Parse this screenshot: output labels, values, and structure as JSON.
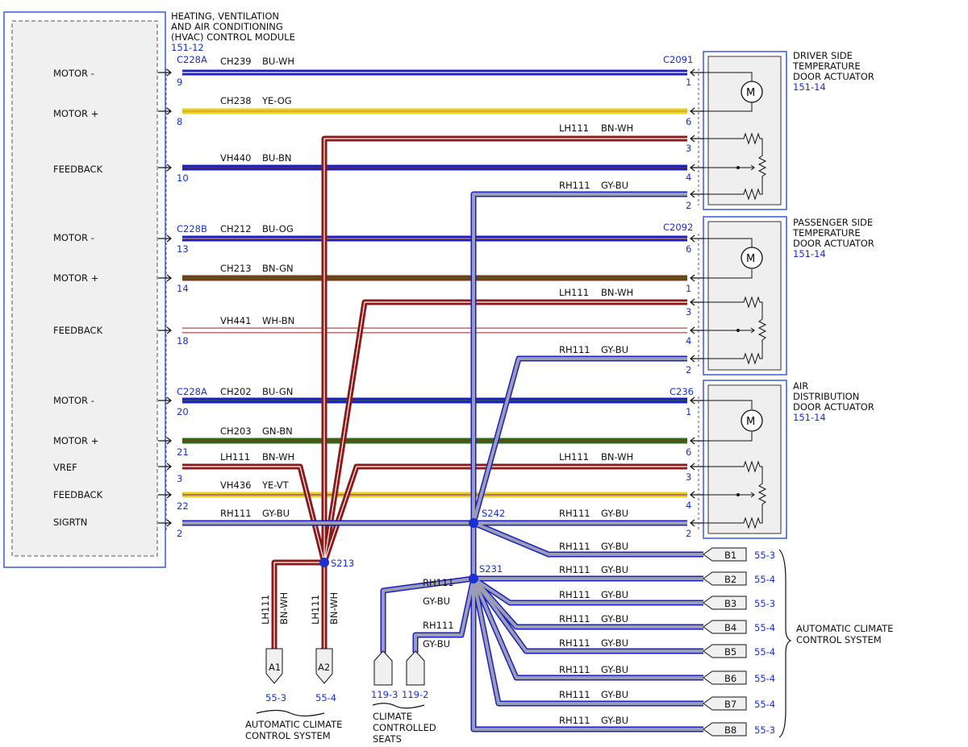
{
  "hvac_module": {
    "title_lines": [
      "HEATING, VENTILATION",
      "AND AIR CONDITIONING",
      "(HVAC) CONTROL MODULE"
    ],
    "ref": "151-12"
  },
  "module_pins": [
    "MOTOR -",
    "MOTOR +",
    "FEEDBACK",
    "MOTOR -",
    "MOTOR +",
    "FEEDBACK",
    "MOTOR -",
    "MOTOR +",
    "VREF",
    "FEEDBACK",
    "SIGRTN"
  ],
  "module_connectors": [
    "C228A",
    "C228B",
    "C228A"
  ],
  "module_pin_numbers": [
    "9",
    "8",
    "10",
    "13",
    "14",
    "18",
    "20",
    "21",
    "3",
    "22",
    "2"
  ],
  "module_wires": [
    {
      "circuit": "CH239",
      "color": "BU-WH"
    },
    {
      "circuit": "CH238",
      "color": "YE-OG"
    },
    {
      "circuit": "VH440",
      "color": "BU-BN"
    },
    {
      "circuit": "CH212",
      "color": "BU-OG"
    },
    {
      "circuit": "CH213",
      "color": "BN-GN"
    },
    {
      "circuit": "VH441",
      "color": "WH-BN"
    },
    {
      "circuit": "CH202",
      "color": "BU-GN"
    },
    {
      "circuit": "CH203",
      "color": "GN-BN"
    },
    {
      "circuit": "LH111",
      "color": "BN-WH"
    },
    {
      "circuit": "VH436",
      "color": "YE-VT"
    },
    {
      "circuit": "RH111",
      "color": "GY-BU"
    }
  ],
  "actuators": [
    {
      "title_lines": [
        "DRIVER SIDE",
        "TEMPERATURE",
        "DOOR ACTUATOR"
      ],
      "ref": "151-14",
      "connector": "C2091",
      "pins": [
        "1",
        "6",
        "3",
        "4",
        "2"
      ]
    },
    {
      "title_lines": [
        "PASSENGER SIDE",
        "TEMPERATURE",
        "DOOR ACTUATOR"
      ],
      "ref": "151-14",
      "connector": "C2092",
      "pins": [
        "6",
        "1",
        "3",
        "4",
        "2"
      ]
    },
    {
      "title_lines": [
        "AIR",
        "DISTRIBUTION",
        "DOOR ACTUATOR"
      ],
      "ref": "151-14",
      "connector": "C236",
      "pins": [
        "1",
        "6",
        "3",
        "4",
        "2"
      ]
    }
  ],
  "actuator_wires": [
    {
      "circuit": "LH111",
      "color": "BN-WH"
    },
    {
      "circuit": "RH111",
      "color": "GY-BU"
    },
    {
      "circuit": "LH111",
      "color": "BN-WH"
    },
    {
      "circuit": "RH111",
      "color": "GY-BU"
    },
    {
      "circuit": "LH111",
      "color": "BN-WH"
    },
    {
      "circuit": "RH111",
      "color": "GY-BU"
    }
  ],
  "splices": [
    "S213",
    "S242",
    "S231"
  ],
  "s213_branches": [
    {
      "circuit": "LH111",
      "color": "BN-WH",
      "connector": "A1",
      "ref": "55-3"
    },
    {
      "circuit": "LH111",
      "color": "BN-WH",
      "connector": "A2",
      "ref": "55-4"
    }
  ],
  "s213_group_label_lines": [
    "AUTOMATIC CLIMATE",
    "CONTROL SYSTEM"
  ],
  "seats_branches": [
    {
      "circuit": "RH111",
      "color": "GY-BU",
      "ref": "119-3"
    },
    {
      "circuit": "RH111",
      "color": "GY-BU",
      "ref": "119-2"
    }
  ],
  "seats_label_lines": [
    "CLIMATE",
    "CONTROLLED",
    "SEATS"
  ],
  "b_outputs": [
    {
      "circuit": "RH111",
      "color": "GY-BU",
      "connector": "B1",
      "ref": "55-3"
    },
    {
      "circuit": "RH111",
      "color": "GY-BU",
      "connector": "B2",
      "ref": "55-4"
    },
    {
      "circuit": "RH111",
      "color": "GY-BU",
      "connector": "B3",
      "ref": "55-3"
    },
    {
      "circuit": "RH111",
      "color": "GY-BU",
      "connector": "B4",
      "ref": "55-4"
    },
    {
      "circuit": "RH111",
      "color": "GY-BU",
      "connector": "B5",
      "ref": "55-4"
    },
    {
      "circuit": "RH111",
      "color": "GY-BU",
      "connector": "B6",
      "ref": "55-4"
    },
    {
      "circuit": "RH111",
      "color": "GY-BU",
      "connector": "B7",
      "ref": "55-4"
    },
    {
      "circuit": "RH111",
      "color": "GY-BU",
      "connector": "B8",
      "ref": "55-3"
    }
  ],
  "b_group_label_lines": [
    "AUTOMATIC CLIMATE",
    "CONTROL SYSTEM"
  ],
  "colors": {
    "blue": "#1d1dc8",
    "yellow": "#e8d21e",
    "brown": "#7a3a1c",
    "dark_red": "#8b1a1a",
    "green": "#2e6b14",
    "gray": "#8a8ea6",
    "pink": "#e89a9a",
    "ref_text": "#1a2fd0",
    "box_fill": "#efefef"
  }
}
